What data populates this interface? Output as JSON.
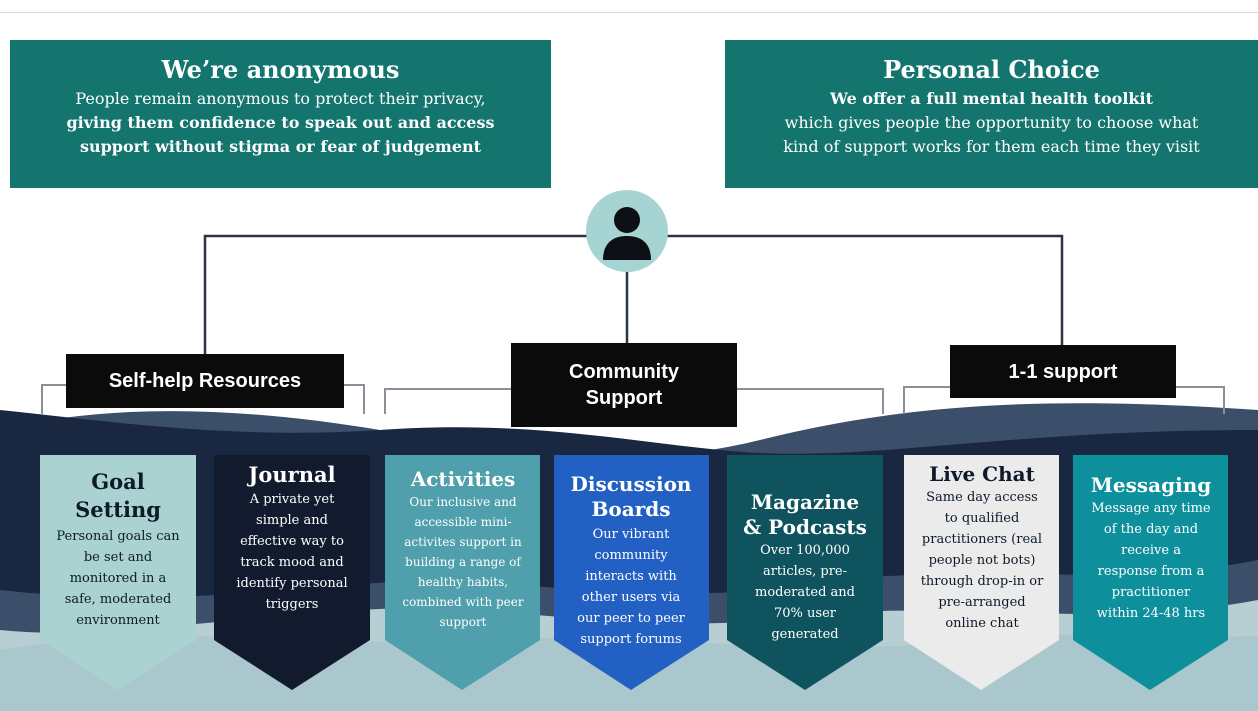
{
  "anonymous": {
    "title": "We’re anonymous",
    "line1": "People remain anonymous to protect their privacy,",
    "line2": "giving them confidence to speak out and access",
    "line3": "support without stigma or fear of judgement"
  },
  "choice": {
    "title": "Personal Choice",
    "line1": "We offer a full mental health toolkit",
    "line2": "which gives people the opportunity to choose what",
    "line3": "kind of support works for them each time they visit"
  },
  "categories": {
    "self_help": "Self-help Resources",
    "community": "Community Support",
    "one_to_one": "1-1 support"
  },
  "cards": [
    {
      "title": "Goal Setting",
      "desc": "Personal goals can be set and monitored in a safe, moderated environment",
      "color": "#a9d2d0"
    },
    {
      "title": "Journal",
      "desc": "A private yet simple and effective way to track mood and identify personal triggers",
      "color": "#121a2e"
    },
    {
      "title": "Activities",
      "desc": "Our inclusive and accessible mini-activites support in building a range of healthy habits, combined with peer support",
      "color": "#4f9fac"
    },
    {
      "title": "Discussion Boards",
      "desc": "Our vibrant community interacts with other users via our peer to peer support forums",
      "color": "#2260c4"
    },
    {
      "title": "Magazine & Podcasts",
      "desc": "Over 100,000 articles, pre-moderated and 70% user generated",
      "color": "#0f535f"
    },
    {
      "title": "Live Chat",
      "desc": "Same day access to qualified practitioners (real people not bots) through drop-in or pre-arranged online chat",
      "color": "#ebebeb"
    },
    {
      "title": "Messaging",
      "desc": "Message any time of the day and receive a response from a practitioner within 24-48 hrs",
      "color": "#0d8f9c"
    }
  ],
  "person_icon": "person-icon"
}
